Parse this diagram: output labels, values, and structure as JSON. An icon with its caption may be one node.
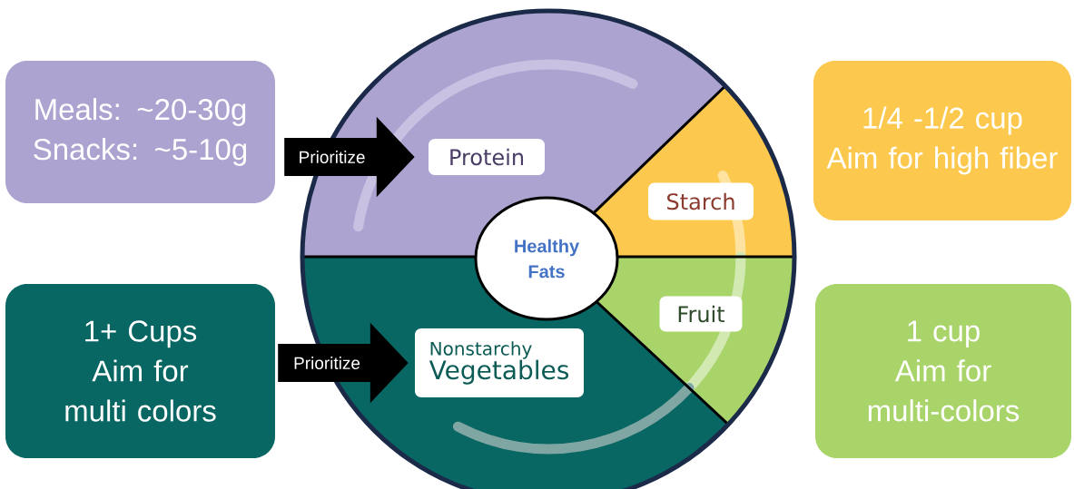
{
  "diagram": {
    "nodes": [
      {
        "text": [
          "Meals: ~20-30g",
          "Snacks: ~5-10g"
        ]
      },
      {
        "text": [
          "1/4 -1/2 cup",
          "Aim for high fiber"
        ]
      },
      {
        "text": [
          "1+ Cups",
          "Aim for multi colors"
        ]
      },
      {
        "text": [
          "1 cup",
          "Aim for multi-colors"
        ]
      },
      {
        "text": [],
        "shape": "circle"
      },
      {
        "text": [
          "Protein"
        ],
        "in": 4
      },
      {
        "text": [
          "Starch"
        ],
        "in": 4
      },
      {
        "text": [
          "Healthy Fats"
        ],
        "in": 4
      },
      {
        "text": [
          "Fruit"
        ],
        "in": 4
      },
      {
        "text": [
          "Nonstarchy",
          "Vegetables"
        ],
        "in": 4
      }
    ],
    "edges": [
      {
        "from": 0,
        "to": 5,
        "arrow": "to",
        "label": "Prioritize"
      },
      {
        "from": 2,
        "to": 9,
        "arrow": "to",
        "label": "Prioritize"
      }
    ]
  }
}
